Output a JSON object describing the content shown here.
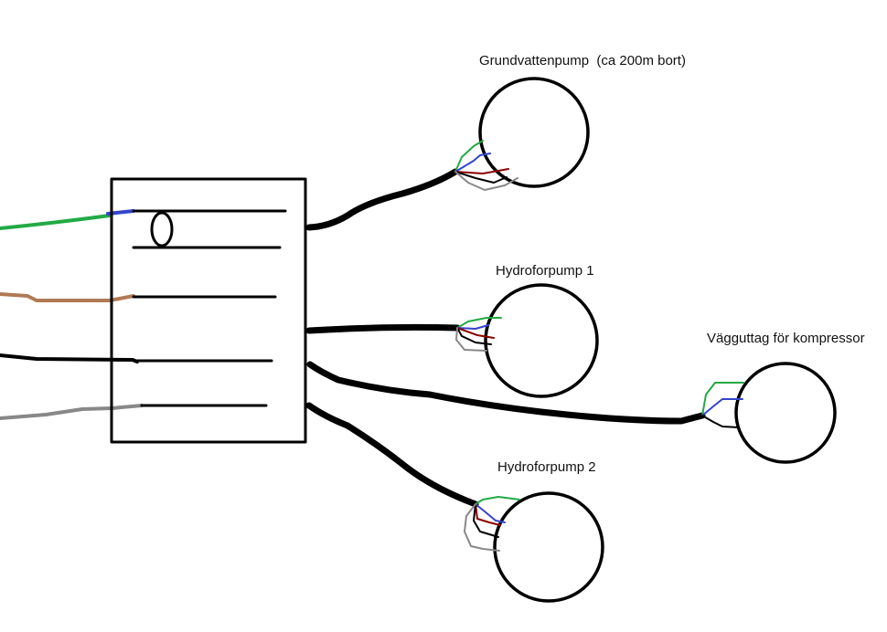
{
  "labels": {
    "grundvattenpump": "Grundvattenpump  (ca 200m bort)",
    "hydroforpump1": "Hydroforpump 1",
    "vagguttag": "Vägguttag för kompressor",
    "hydroforpump2": "Hydroforpump 2"
  },
  "colors": {
    "outline": "#000000",
    "green": "#22aa44",
    "blue": "#3344cc",
    "brown": "#b07a55",
    "darkred": "#8b0000",
    "gray": "#888888"
  }
}
